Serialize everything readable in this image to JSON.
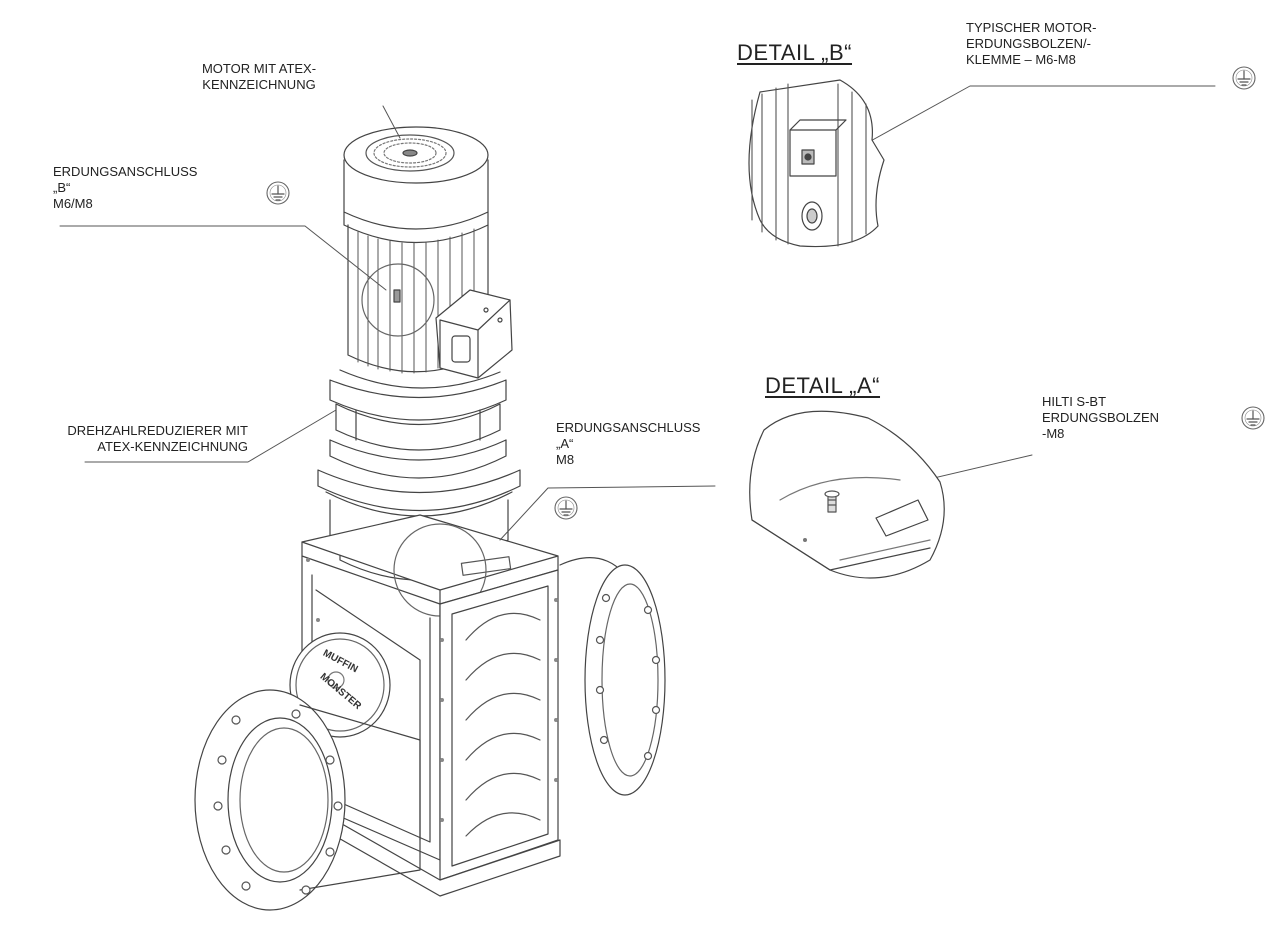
{
  "labels": {
    "motor": [
      "MOTOR MIT ATEX-",
      "KENNZEICHNUNG"
    ],
    "ground_b": [
      "ERDUNGSANSCHLUSS",
      "„B“",
      "M6/M8"
    ],
    "reducer": [
      "DREHZAHLREDUZIERER MIT",
      "ATEX-KENNZEICHNUNG"
    ],
    "ground_a": [
      "ERDUNGSANSCHLUSS",
      "„A“",
      "M8"
    ],
    "detail_b_title": "DETAIL „B“",
    "detail_b_note": [
      "TYPISCHER MOTOR-",
      "ERDUNGSBOLZEN/-",
      "KLEMME – M6-M8"
    ],
    "detail_a_title": "DETAIL „A“",
    "detail_a_note": [
      "HILTI S-BT",
      "ERDUNGSBOLZEN",
      "-M8"
    ],
    "inspection_cover_text": [
      "MUFFIN",
      "MONSTER"
    ]
  },
  "icons": [
    "ground-symbol-icon"
  ],
  "colors": {
    "line": "#444444",
    "text": "#222222",
    "background": "#ffffff"
  }
}
